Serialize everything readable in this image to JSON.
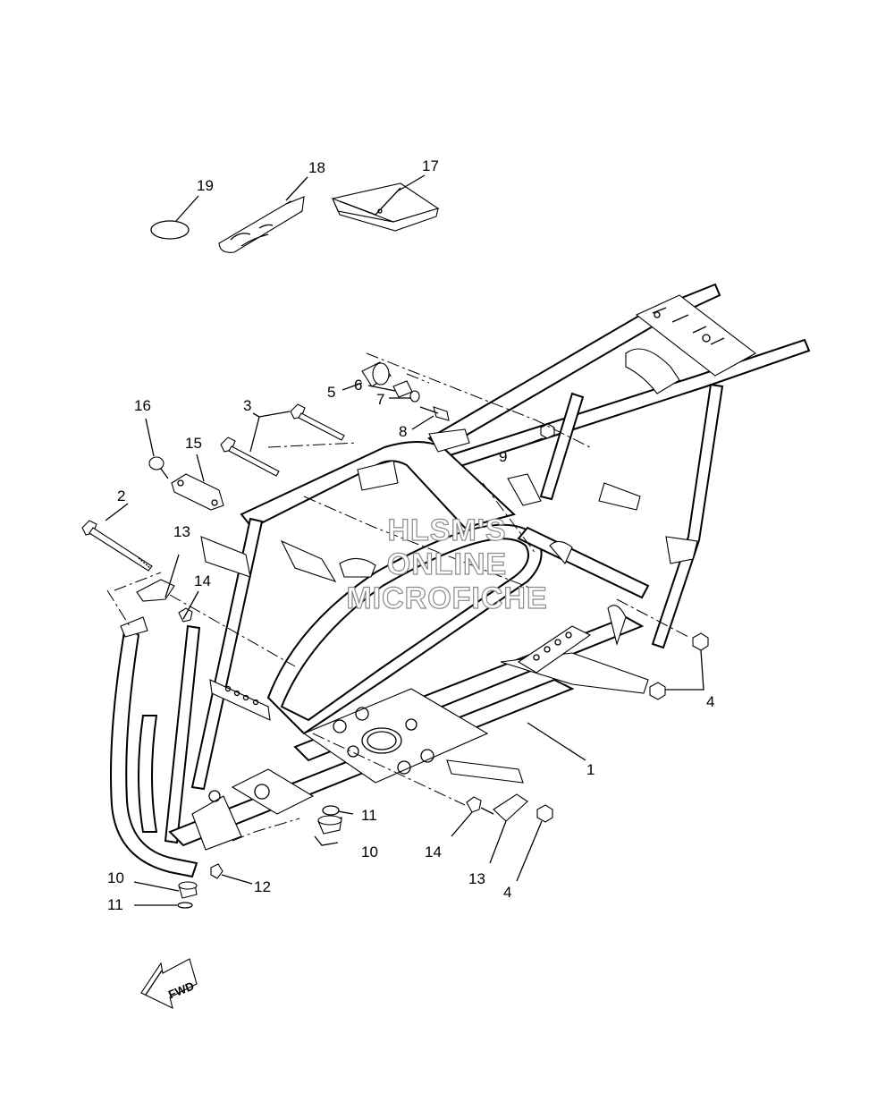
{
  "callouts": {
    "c1": "1",
    "c2": "2",
    "c3": "3",
    "c4a": "4",
    "c4b": "4",
    "c5": "5",
    "c6": "6",
    "c7": "7",
    "c8": "8",
    "c9": "9",
    "c10a": "10",
    "c10b": "10",
    "c11a": "11",
    "c11b": "11",
    "c12": "12",
    "c13a": "13",
    "c13b": "13",
    "c14a": "14",
    "c14b": "14",
    "c15": "15",
    "c16": "16",
    "c17": "17",
    "c18": "18",
    "c19": "19"
  },
  "watermark": {
    "line1": "HLSM'S",
    "line2": "ONLINE",
    "line3": "MICROFICHE"
  },
  "fwd_label": "FWD"
}
